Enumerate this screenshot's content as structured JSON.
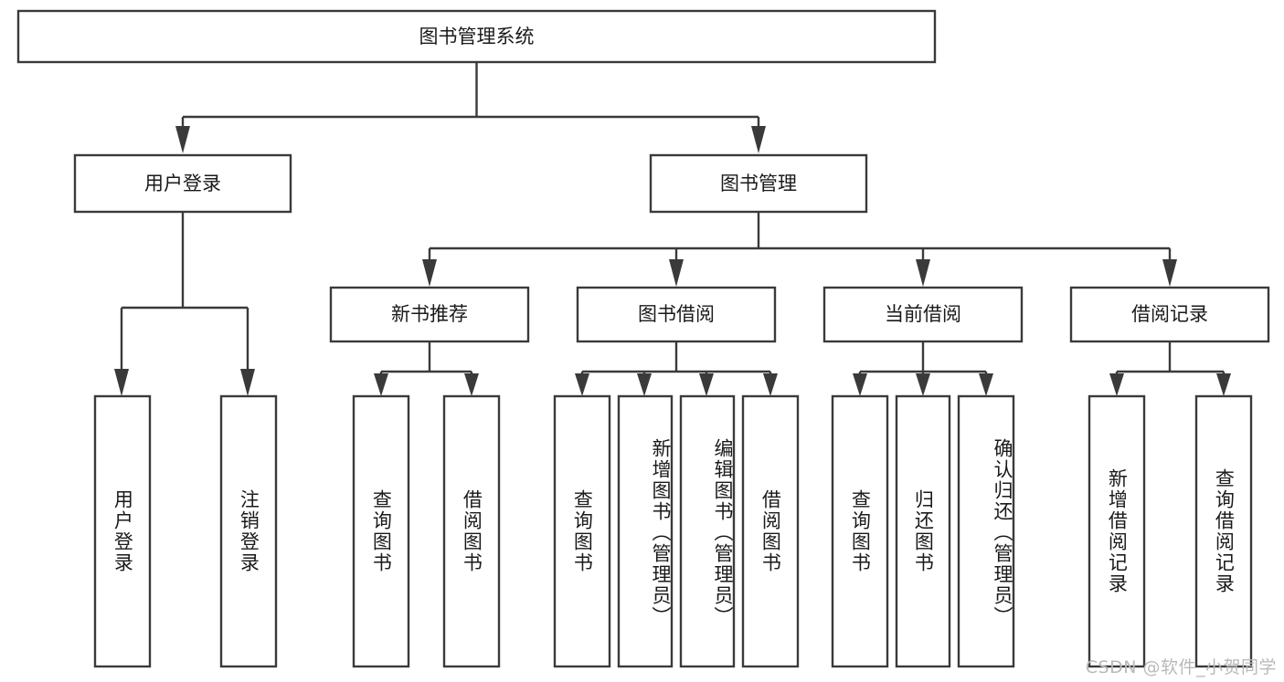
{
  "diagram": {
    "title": "图书管理系统",
    "watermark": "CSDN @软件_小贺同学",
    "type": "tree-hierarchy",
    "orientation": "top-down",
    "colors": {
      "box_fill": "#ffffff",
      "box_stroke": "#3a3a3a",
      "text": "#1a1a1a",
      "background": "#ffffff",
      "watermark": "#b9b9b9"
    },
    "root": {
      "id": "root",
      "label": "图书管理系统",
      "orientation": "horizontal"
    },
    "level2": [
      {
        "id": "user-login",
        "label": "用户登录",
        "orientation": "horizontal"
      },
      {
        "id": "book-manage",
        "label": "图书管理",
        "orientation": "horizontal"
      }
    ],
    "level3": [
      {
        "id": "new-book-recommend",
        "label": "新书推荐",
        "parent": "book-manage",
        "orientation": "horizontal"
      },
      {
        "id": "book-borrow",
        "label": "图书借阅",
        "parent": "book-manage",
        "orientation": "horizontal"
      },
      {
        "id": "current-borrow",
        "label": "当前借阅",
        "parent": "book-manage",
        "orientation": "horizontal"
      },
      {
        "id": "borrow-record",
        "label": "借阅记录",
        "parent": "book-manage",
        "orientation": "horizontal"
      }
    ],
    "leaves": [
      {
        "id": "leaf-user-login",
        "label": "用户登录",
        "parent": "user-login",
        "orientation": "vertical",
        "align": "center"
      },
      {
        "id": "leaf-logout",
        "label": "注销登录",
        "parent": "user-login",
        "orientation": "vertical",
        "align": "center"
      },
      {
        "id": "leaf-query-book-1",
        "label": "查询图书",
        "parent": "new-book-recommend",
        "orientation": "vertical",
        "align": "center"
      },
      {
        "id": "leaf-borrow-book-1",
        "label": "借阅图书",
        "parent": "new-book-recommend",
        "orientation": "vertical",
        "align": "center"
      },
      {
        "id": "leaf-query-book-2",
        "label": "查询图书",
        "parent": "book-borrow",
        "orientation": "vertical",
        "align": "center"
      },
      {
        "id": "leaf-add-book",
        "label": "新增图书（管理员）",
        "parent": "book-borrow",
        "orientation": "vertical",
        "align": "top"
      },
      {
        "id": "leaf-edit-book",
        "label": "编辑图书（管理员）",
        "parent": "book-borrow",
        "orientation": "vertical",
        "align": "top"
      },
      {
        "id": "leaf-borrow-book-2",
        "label": "借阅图书",
        "parent": "book-borrow",
        "orientation": "vertical",
        "align": "center"
      },
      {
        "id": "leaf-query-book-3",
        "label": "查询图书",
        "parent": "current-borrow",
        "orientation": "vertical",
        "align": "center"
      },
      {
        "id": "leaf-return-book",
        "label": "归还图书",
        "parent": "current-borrow",
        "orientation": "vertical",
        "align": "center"
      },
      {
        "id": "leaf-confirm-return",
        "label": "确认归还（管理员）",
        "parent": "current-borrow",
        "orientation": "vertical",
        "align": "top"
      },
      {
        "id": "leaf-add-record",
        "label": "新增借阅记录",
        "parent": "borrow-record",
        "orientation": "vertical",
        "align": "center"
      },
      {
        "id": "leaf-query-record",
        "label": "查询借阅记录",
        "parent": "borrow-record",
        "orientation": "vertical",
        "align": "center"
      }
    ]
  }
}
